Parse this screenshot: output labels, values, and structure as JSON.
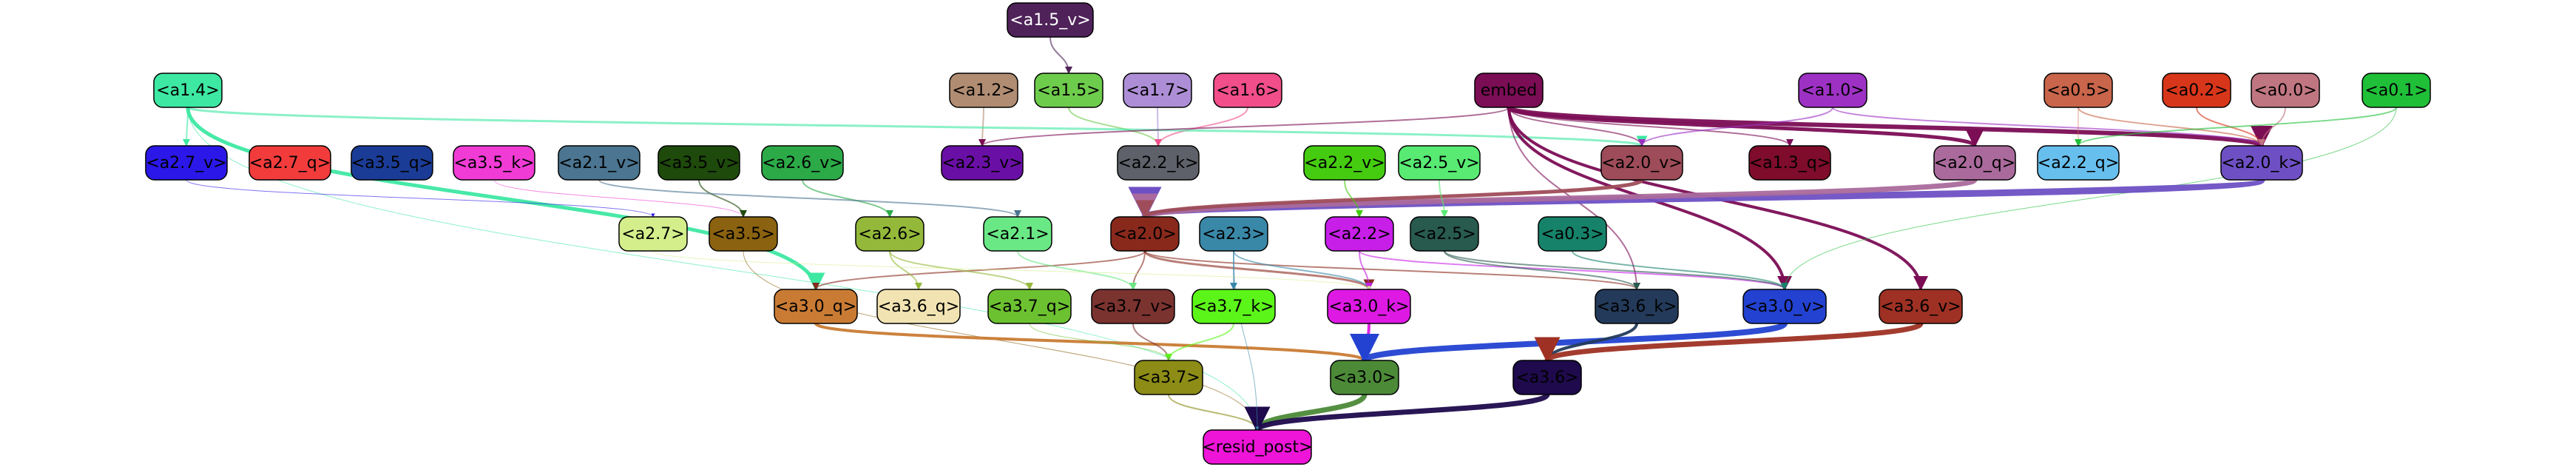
{
  "nodes": [
    {
      "id": "a1_5_v",
      "label": "<a1.5_v>",
      "color": "#4f2259",
      "text": "#ffffff"
    },
    {
      "id": "a1_4",
      "label": "<a1.4>",
      "color": "#3de8a2",
      "text": "#000000"
    },
    {
      "id": "a1_2",
      "label": "<a1.2>",
      "color": "#b08c72",
      "text": "#000000"
    },
    {
      "id": "a1_5",
      "label": "<a1.5>",
      "color": "#6ecc4c",
      "text": "#000000"
    },
    {
      "id": "a1_7",
      "label": "<a1.7>",
      "color": "#ad8ed6",
      "text": "#000000"
    },
    {
      "id": "a1_6",
      "label": "<a1.6>",
      "color": "#f14e8a",
      "text": "#000000"
    },
    {
      "id": "embed",
      "label": "embed",
      "color": "#7b0d55",
      "text": "#000000"
    },
    {
      "id": "a1_0",
      "label": "<a1.0>",
      "color": "#9d31c4",
      "text": "#000000"
    },
    {
      "id": "a0_5",
      "label": "<a0.5>",
      "color": "#c8654a",
      "text": "#000000"
    },
    {
      "id": "a0_2",
      "label": "<a0.2>",
      "color": "#d8361a",
      "text": "#000000"
    },
    {
      "id": "a0_0",
      "label": "<a0.0>",
      "color": "#c07681",
      "text": "#000000"
    },
    {
      "id": "a0_1",
      "label": "<a0.1>",
      "color": "#1fbf38",
      "text": "#000000"
    },
    {
      "id": "a2_7_v",
      "label": "<a2.7_v>",
      "color": "#2a17e8",
      "text": "#000000"
    },
    {
      "id": "a2_7_q",
      "label": "<a2.7_q>",
      "color": "#f23c3c",
      "text": "#000000"
    },
    {
      "id": "a3_5_q",
      "label": "<a3.5_q>",
      "color": "#1b3c96",
      "text": "#000000"
    },
    {
      "id": "a3_5_k",
      "label": "<a3.5_k>",
      "color": "#f03bd5",
      "text": "#000000"
    },
    {
      "id": "a2_1_v",
      "label": "<a2.1_v>",
      "color": "#4b7590",
      "text": "#000000"
    },
    {
      "id": "a3_5_v",
      "label": "<a3.5_v>",
      "color": "#1e4a0b",
      "text": "#000000"
    },
    {
      "id": "a2_6_v",
      "label": "<a2.6_v>",
      "color": "#2caa48",
      "text": "#000000"
    },
    {
      "id": "a2_3_v",
      "label": "<a2.3_v>",
      "color": "#6a0fa6",
      "text": "#000000"
    },
    {
      "id": "a2_2_k",
      "label": "<a2.2_k>",
      "color": "#5e6169",
      "text": "#000000"
    },
    {
      "id": "a2_2_v",
      "label": "<a2.2_v>",
      "color": "#45cc10",
      "text": "#000000"
    },
    {
      "id": "a2_5_v",
      "label": "<a2.5_v>",
      "color": "#58ea73",
      "text": "#000000"
    },
    {
      "id": "a2_0_v",
      "label": "<a2.0_v>",
      "color": "#9e4c59",
      "text": "#000000"
    },
    {
      "id": "a1_3_q",
      "label": "<a1.3_q>",
      "color": "#7e0c2a",
      "text": "#000000"
    },
    {
      "id": "a2_0_q",
      "label": "<a2.0_q>",
      "color": "#aa6a9c",
      "text": "#000000"
    },
    {
      "id": "a2_2_q",
      "label": "<a2.2_q>",
      "color": "#67bfee",
      "text": "#000000"
    },
    {
      "id": "a2_0_k",
      "label": "<a2.0_k>",
      "color": "#6e50c4",
      "text": "#000000"
    },
    {
      "id": "a2_7",
      "label": "<a2.7>",
      "color": "#d3ee8a",
      "text": "#000000"
    },
    {
      "id": "a3_5",
      "label": "<a3.5>",
      "color": "#8a6210",
      "text": "#000000"
    },
    {
      "id": "a2_6",
      "label": "<a2.6>",
      "color": "#94b93a",
      "text": "#000000"
    },
    {
      "id": "a2_1",
      "label": "<a2.1>",
      "color": "#6ae885",
      "text": "#000000"
    },
    {
      "id": "a2_0",
      "label": "<a2.0>",
      "color": "#88291c",
      "text": "#000000"
    },
    {
      "id": "a2_3",
      "label": "<a2.3>",
      "color": "#3a88a8",
      "text": "#000000"
    },
    {
      "id": "a2_2",
      "label": "<a2.2>",
      "color": "#c71ee8",
      "text": "#000000"
    },
    {
      "id": "a2_5",
      "label": "<a2.5>",
      "color": "#285a4e",
      "text": "#000000"
    },
    {
      "id": "a0_3",
      "label": "<a0.3>",
      "color": "#17826a",
      "text": "#000000"
    },
    {
      "id": "a3_0_q",
      "label": "<a3.0_q>",
      "color": "#c97b34",
      "text": "#000000"
    },
    {
      "id": "a3_6_q",
      "label": "<a3.6_q>",
      "color": "#f2e4b2",
      "text": "#000000"
    },
    {
      "id": "a3_7_q",
      "label": "<a3.7_q>",
      "color": "#6cc130",
      "text": "#000000"
    },
    {
      "id": "a3_7_v",
      "label": "<a3.7_v>",
      "color": "#7b3330",
      "text": "#000000"
    },
    {
      "id": "a3_7_k",
      "label": "<a3.7_k>",
      "color": "#5cf519",
      "text": "#000000"
    },
    {
      "id": "a3_0_k",
      "label": "<a3.0_k>",
      "color": "#dd19e3",
      "text": "#000000"
    },
    {
      "id": "a3_6_k",
      "label": "<a3.6_k>",
      "color": "#233a5a",
      "text": "#000000"
    },
    {
      "id": "a3_0_v",
      "label": "<a3.0_v>",
      "color": "#2342d1",
      "text": "#000000"
    },
    {
      "id": "a3_6_v",
      "label": "<a3.6_v>",
      "color": "#9e3124",
      "text": "#000000"
    },
    {
      "id": "a3_7",
      "label": "<a3.7>",
      "color": "#8c8c17",
      "text": "#000000"
    },
    {
      "id": "a3_0",
      "label": "<a3.0>",
      "color": "#4c8a38",
      "text": "#000000"
    },
    {
      "id": "a3_6",
      "label": "<a3.6>",
      "color": "#1e0a4c",
      "text": "#000000"
    },
    {
      "id": "resid_post",
      "label": "<resid_post>",
      "color": "#ee14d8",
      "text": "#000000"
    }
  ],
  "edges": [
    {
      "from": "a1_5_v",
      "to": "a1_5",
      "color": "#4f2259",
      "width": 2
    },
    {
      "from": "a1_5",
      "to": "a2_2_k",
      "color": "#6ecc4c",
      "width": 2
    },
    {
      "from": "a1_2",
      "to": "a2_3_v",
      "color": "#b08c72",
      "width": 2
    },
    {
      "from": "a1_7",
      "to": "a2_2_k",
      "color": "#ad8ed6",
      "width": 2
    },
    {
      "from": "a1_6",
      "to": "a2_2_k",
      "color": "#f14e8a",
      "width": 2
    },
    {
      "from": "a1_4",
      "to": "a2_7_v",
      "color": "#3de8a2",
      "width": 2
    },
    {
      "from": "a1_4",
      "to": "a2_0_v",
      "color": "#3de8a2",
      "width": 3
    },
    {
      "from": "a1_4",
      "to": "a3_0_q",
      "color": "#3de8a2",
      "width": 5
    },
    {
      "from": "a1_4",
      "to": "resid_post",
      "color": "#3de8a2",
      "width": 1
    },
    {
      "from": "embed",
      "to": "a2_0_k",
      "color": "#7b0d55",
      "width": 6
    },
    {
      "from": "embed",
      "to": "a2_0_q",
      "color": "#7b0d55",
      "width": 5
    },
    {
      "from": "embed",
      "to": "a3_0_v",
      "color": "#7b0d55",
      "width": 4
    },
    {
      "from": "embed",
      "to": "a3_6_v",
      "color": "#7b0d55",
      "width": 4
    },
    {
      "from": "embed",
      "to": "a2_0_v",
      "color": "#7b0d55",
      "width": 2
    },
    {
      "from": "embed",
      "to": "a1_3_q",
      "color": "#7b0d55",
      "width": 2
    },
    {
      "from": "embed",
      "to": "a2_3_v",
      "color": "#7b0d55",
      "width": 2
    },
    {
      "from": "embed",
      "to": "a3_6_k",
      "color": "#7b0d55",
      "width": 2
    },
    {
      "from": "a1_0",
      "to": "a2_0_k",
      "color": "#9d31c4",
      "width": 2
    },
    {
      "from": "a1_0",
      "to": "a2_0_v",
      "color": "#9d31c4",
      "width": 2
    },
    {
      "from": "a0_5",
      "to": "a2_0_k",
      "color": "#c8654a",
      "width": 2
    },
    {
      "from": "a0_5",
      "to": "a2_2_q",
      "color": "#c8654a",
      "width": 1
    },
    {
      "from": "a0_2",
      "to": "a2_0_k",
      "color": "#d8361a",
      "width": 2
    },
    {
      "from": "a0_0",
      "to": "a2_0_k",
      "color": "#c07681",
      "width": 2
    },
    {
      "from": "a0_1",
      "to": "a2_2_q",
      "color": "#1fbf38",
      "width": 2
    },
    {
      "from": "a0_1",
      "to": "a3_0_v",
      "color": "#1fbf38",
      "width": 1
    },
    {
      "from": "a2_0_k",
      "to": "a2_0",
      "color": "#6e50c4",
      "width": 9
    },
    {
      "from": "a2_0_q",
      "to": "a2_0",
      "color": "#aa6a9c",
      "width": 7
    },
    {
      "from": "a2_0_v",
      "to": "a2_0",
      "color": "#9e4c59",
      "width": 5
    },
    {
      "from": "a2_7_v",
      "to": "a2_7",
      "color": "#2a17e8",
      "width": 1
    },
    {
      "from": "a3_5_k",
      "to": "a3_5",
      "color": "#f03bd5",
      "width": 1
    },
    {
      "from": "a3_5_v",
      "to": "a3_5",
      "color": "#1e4a0b",
      "width": 2
    },
    {
      "from": "a2_6_v",
      "to": "a2_6",
      "color": "#2caa48",
      "width": 2
    },
    {
      "from": "a2_1_v",
      "to": "a2_1",
      "color": "#4b7590",
      "width": 2
    },
    {
      "from": "a2_2_v",
      "to": "a2_2",
      "color": "#45cc10",
      "width": 2
    },
    {
      "from": "a2_5_v",
      "to": "a2_5",
      "color": "#58ea73",
      "width": 2
    },
    {
      "from": "a2_0",
      "to": "a3_0_k",
      "color": "#88291c",
      "width": 3
    },
    {
      "from": "a2_0",
      "to": "a3_7_v",
      "color": "#88291c",
      "width": 2
    },
    {
      "from": "a2_0",
      "to": "a3_0_q",
      "color": "#88291c",
      "width": 2
    },
    {
      "from": "a2_0",
      "to": "a3_6_k",
      "color": "#88291c",
      "width": 2
    },
    {
      "from": "a2_3",
      "to": "a3_7_k",
      "color": "#3a88a8",
      "width": 2
    },
    {
      "from": "a2_3",
      "to": "a3_0_k",
      "color": "#3a88a8",
      "width": 2
    },
    {
      "from": "a2_2",
      "to": "a3_0_k",
      "color": "#c71ee8",
      "width": 2
    },
    {
      "from": "a2_2",
      "to": "a3_0_v",
      "color": "#c71ee8",
      "width": 2
    },
    {
      "from": "a2_5",
      "to": "a3_0_v",
      "color": "#285a4e",
      "width": 2
    },
    {
      "from": "a2_5",
      "to": "a3_6_k",
      "color": "#285a4e",
      "width": 2
    },
    {
      "from": "a0_3",
      "to": "a3_0_v",
      "color": "#17826a",
      "width": 2
    },
    {
      "from": "a2_6",
      "to": "a3_7_q",
      "color": "#94b93a",
      "width": 2
    },
    {
      "from": "a2_6",
      "to": "a3_6_q",
      "color": "#94b93a",
      "width": 2
    },
    {
      "from": "a2_1",
      "to": "a3_7_v",
      "color": "#6ae885",
      "width": 2
    },
    {
      "from": "a2_7",
      "to": "a3_0_k",
      "color": "#d3ee8a",
      "width": 1
    },
    {
      "from": "a3_5",
      "to": "resid_post",
      "color": "#8a6210",
      "width": 1
    },
    {
      "from": "a3_0_q",
      "to": "a3_0",
      "color": "#c97b34",
      "width": 4
    },
    {
      "from": "a3_0_k",
      "to": "a3_0",
      "color": "#dd19e3",
      "width": 4
    },
    {
      "from": "a3_0_v",
      "to": "a3_0",
      "color": "#2342d1",
      "width": 8
    },
    {
      "from": "a3_6_k",
      "to": "a3_6",
      "color": "#233a5a",
      "width": 4
    },
    {
      "from": "a3_6_v",
      "to": "a3_6",
      "color": "#9e3124",
      "width": 7
    },
    {
      "from": "a3_7_v",
      "to": "a3_7",
      "color": "#7b3330",
      "width": 2
    },
    {
      "from": "a3_7_k",
      "to": "a3_7",
      "color": "#5cf519",
      "width": 2
    },
    {
      "from": "a3_7_q",
      "to": "a3_7",
      "color": "#6cc130",
      "width": 1
    },
    {
      "from": "a3_7",
      "to": "resid_post",
      "color": "#8c8c17",
      "width": 2
    },
    {
      "from": "a3_0",
      "to": "resid_post",
      "color": "#4c8a38",
      "width": 7
    },
    {
      "from": "a3_6",
      "to": "resid_post",
      "color": "#1e0a4c",
      "width": 7
    },
    {
      "from": "a2_3",
      "to": "resid_post",
      "color": "#3a88a8",
      "width": 1
    }
  ]
}
